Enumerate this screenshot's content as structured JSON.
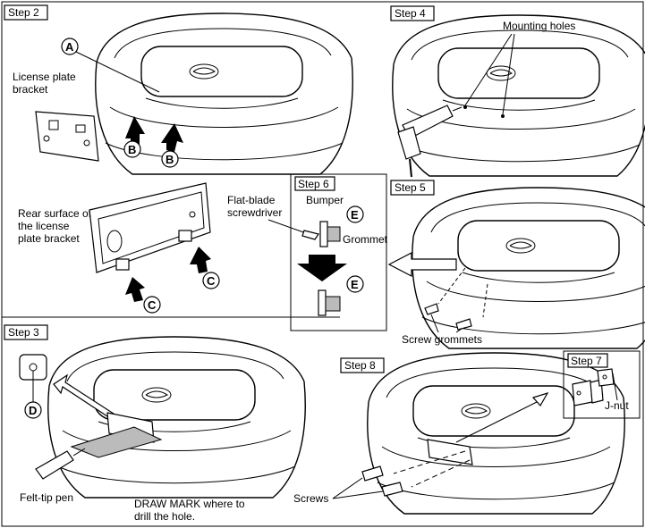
{
  "steps": {
    "step2": "Step 2",
    "step3": "Step 3",
    "step4": "Step 4",
    "step5": "Step 5",
    "step6": "Step 6",
    "step7": "Step 7",
    "step8": "Step 8"
  },
  "labels": {
    "license_plate_bracket": [
      "License plate",
      "bracket"
    ],
    "rear_surface": [
      "Rear surface of",
      "the license",
      "plate bracket"
    ],
    "mounting_holes": "Mounting holes",
    "bumper": "Bumper",
    "flat_blade": [
      "Flat-blade",
      "screwdriver"
    ],
    "grommet": "Grommet",
    "screw_grommets": "Screw grommets",
    "felt_tip_pen": "Felt-tip pen",
    "draw_mark": [
      "DRAW MARK where to",
      "drill the hole."
    ],
    "screws": "Screws",
    "j_nut": "J-nut"
  },
  "callouts": {
    "a": "A",
    "b": "B",
    "c": "C",
    "d": "D",
    "e": "E"
  }
}
